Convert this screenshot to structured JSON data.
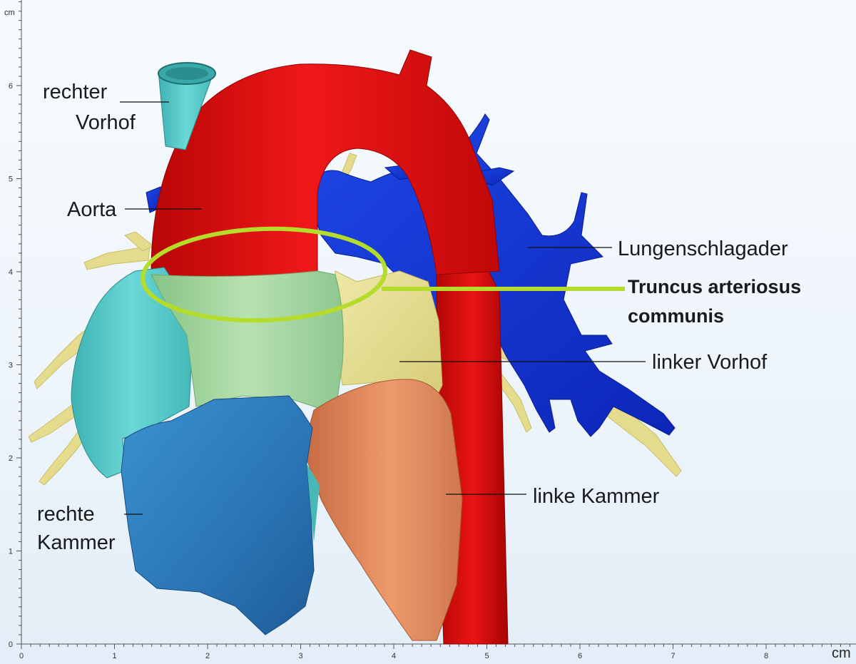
{
  "labels": {
    "right_atrium": [
      "rechter",
      "Vorhof"
    ],
    "aorta": "Aorta",
    "pulmonary_artery": "Lungenschlagader",
    "truncus": [
      "Truncus arteriosus",
      "communis"
    ],
    "left_atrium": "linker Vorhof",
    "left_ventricle": "linke Kammer",
    "right_ventricle": [
      "rechte",
      "Kammer"
    ]
  },
  "axes": {
    "y_unit": "cm",
    "x_unit": "cm",
    "x_ticks": [
      "0",
      "1",
      "2",
      "3",
      "4",
      "5",
      "6",
      "7",
      "8"
    ],
    "y_ticks": [
      "0",
      "1",
      "2",
      "3",
      "4",
      "5",
      "6"
    ]
  },
  "colors": {
    "aorta": "#e20a0a",
    "pulmonary": "#1436d6",
    "left_atrium": "#e6de90",
    "right_atrium": "#55c8c8",
    "truncus": "#a8d9a4",
    "left_ventricle": "#e48a5e",
    "right_ventricle": "#2d80c0",
    "highlight": "#b5dc2a"
  }
}
